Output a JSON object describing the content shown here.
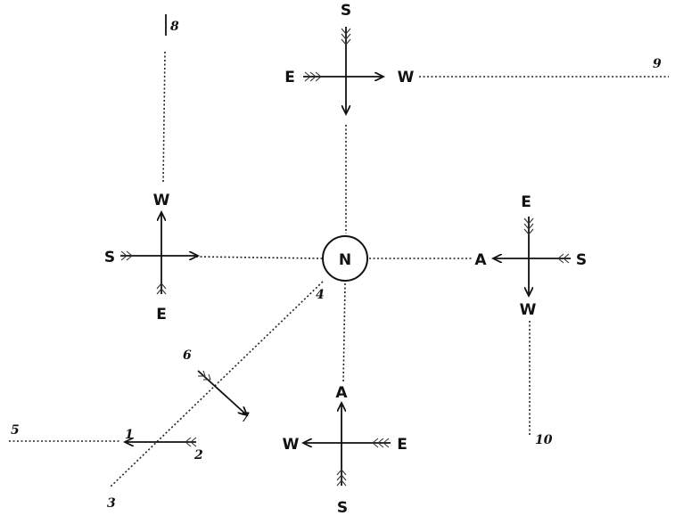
{
  "center": {
    "label": "N"
  },
  "top_compass": {
    "s": "S",
    "e": "E",
    "w": "W"
  },
  "left_compass": {
    "s": "S",
    "e": "E",
    "w": "W"
  },
  "right_compass": {
    "s": "S",
    "e": "E",
    "w": "W",
    "a": "A"
  },
  "bottom_compass": {
    "s": "S",
    "e": "E",
    "w": "W",
    "a": "A"
  },
  "numbers": {
    "n1": "1",
    "n2": "2",
    "n3": "3",
    "n4": "4",
    "n5": "5",
    "n6": "6",
    "n7": "7",
    "n8": "8",
    "n9": "9",
    "n10": "10"
  }
}
